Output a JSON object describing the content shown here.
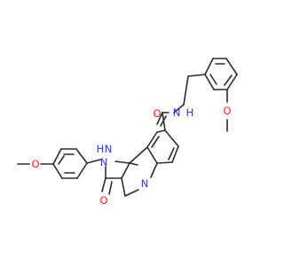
{
  "molecule": {
    "atom_labels": {
      "amide_O": "O",
      "amide_N": "N",
      "amide_H": "H",
      "benzyl_ether_O": "O",
      "aryl_ether_O": "O",
      "pyrazole_NH_H": "H",
      "pyrazole_NH_N": "N",
      "pyrazole_N2": "N",
      "ketone_O": "O",
      "quinoline_N": "N"
    },
    "colors": {
      "bond": "#2b2b2b",
      "nitrogen": "#2a34ff",
      "oxygen": "#ff1a1a",
      "background": "#ffffff"
    }
  }
}
